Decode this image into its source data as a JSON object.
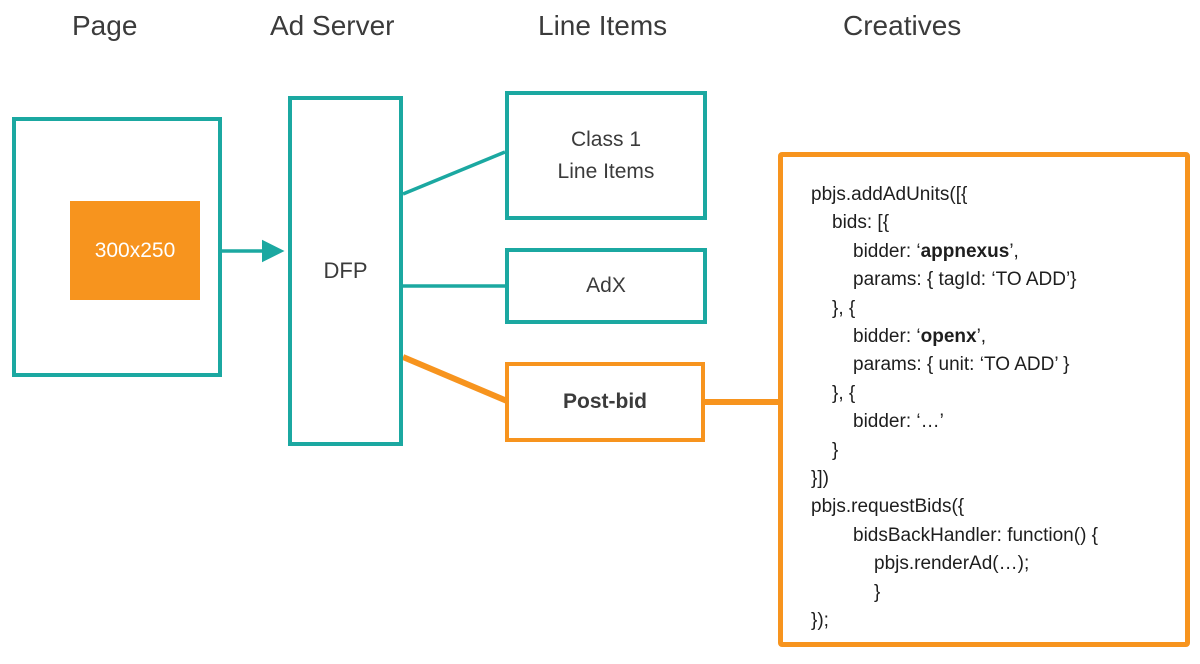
{
  "colors": {
    "teal": "#1BA8A1",
    "orange": "#F7941E",
    "text": "#3B3B3B"
  },
  "headers": {
    "page": "Page",
    "ad_server": "Ad Server",
    "line_items": "Line Items",
    "creatives": "Creatives"
  },
  "page_column": {
    "ad_slot_label": "300x250"
  },
  "ad_server_column": {
    "dfp_label": "DFP"
  },
  "line_items_column": {
    "class1_label": "Class 1\nLine Items",
    "adx_label": "AdX",
    "postbid_label": "Post-bid"
  },
  "creatives": {
    "code_lines": [
      {
        "indent": 0,
        "segments": [
          {
            "text": "pbjs.addAdUnits([{"
          }
        ]
      },
      {
        "indent": 1,
        "segments": [
          {
            "text": "bids: [{"
          }
        ]
      },
      {
        "indent": 2,
        "segments": [
          {
            "text": "bidder: ‘"
          },
          {
            "text": "appnexus",
            "bold": true
          },
          {
            "text": "’,"
          }
        ]
      },
      {
        "indent": 2,
        "segments": [
          {
            "text": "params: { tagId: ‘TO ADD’}"
          }
        ]
      },
      {
        "indent": 1,
        "segments": [
          {
            "text": "}, {"
          }
        ]
      },
      {
        "indent": 2,
        "segments": [
          {
            "text": "bidder: ‘"
          },
          {
            "text": "openx",
            "bold": true
          },
          {
            "text": "’,"
          }
        ]
      },
      {
        "indent": 2,
        "segments": [
          {
            "text": "params: { unit: ‘TO ADD’ }"
          }
        ]
      },
      {
        "indent": 1,
        "segments": [
          {
            "text": "}, {"
          }
        ]
      },
      {
        "indent": 2,
        "segments": [
          {
            "text": "bidder: ‘…’"
          }
        ]
      },
      {
        "indent": 1,
        "segments": [
          {
            "text": "}"
          }
        ]
      },
      {
        "indent": 0,
        "segments": [
          {
            "text": "}])"
          }
        ]
      },
      {
        "indent": 0,
        "segments": [
          {
            "text": "pbjs.requestBids({"
          }
        ]
      },
      {
        "indent": 2,
        "segments": [
          {
            "text": "bidsBackHandler: function() {"
          }
        ]
      },
      {
        "indent": 3,
        "segments": [
          {
            "text": "pbjs.renderAd(…);"
          }
        ]
      },
      {
        "indent": 3,
        "segments": [
          {
            "text": "}"
          }
        ]
      },
      {
        "indent": 0,
        "segments": [
          {
            "text": "});"
          }
        ]
      }
    ]
  }
}
